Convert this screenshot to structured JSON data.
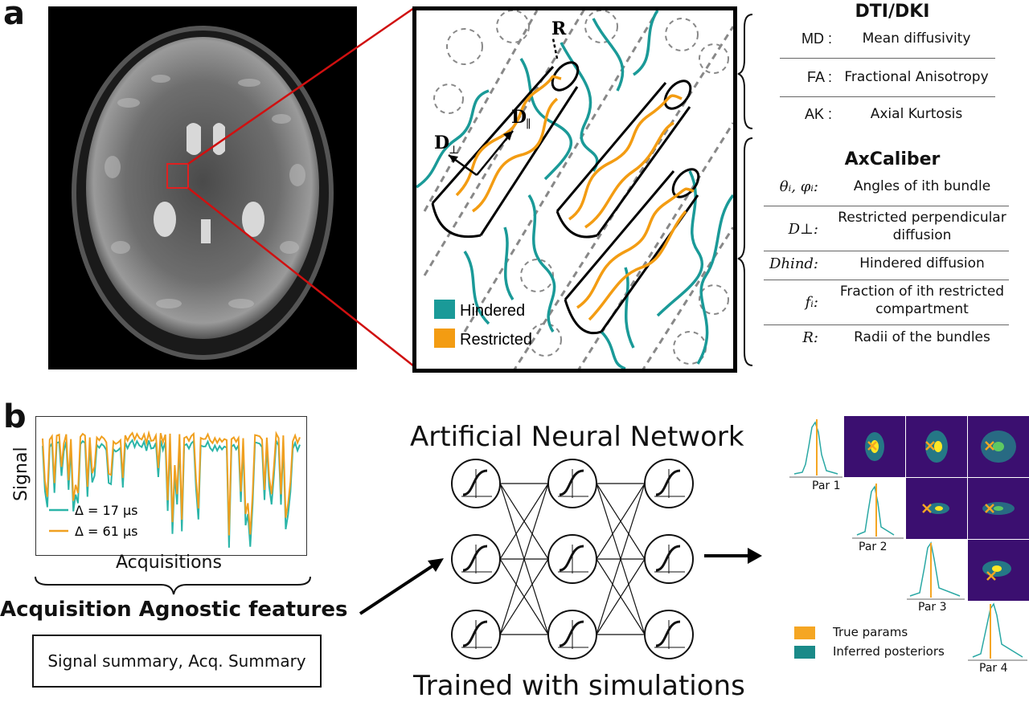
{
  "panel_a": {
    "letter": "a",
    "diagram": {
      "label_R": "R",
      "label_Dperp": "D",
      "label_Dperp_sub": "⊥",
      "label_Dpar": "D",
      "label_Dpar_sub": "∥",
      "legend": [
        {
          "label": "Hindered",
          "color": "#1a9a98"
        },
        {
          "label": "Restricted",
          "color": "#f39c12"
        }
      ]
    },
    "dti": {
      "title": "DTI/DKI",
      "rows": [
        {
          "key": "MD :",
          "value": "Mean diffusivity"
        },
        {
          "key": "FA :",
          "value": "Fractional Anisotropy"
        },
        {
          "key": "AK :",
          "value": "Axial Kurtosis"
        }
      ]
    },
    "axcaliber": {
      "title": "AxCaliber",
      "rows": [
        {
          "key": "θᵢ, φᵢ:",
          "value": "Angles of ith bundle"
        },
        {
          "key": "D⊥:",
          "value": "Restricted perpendicular diffusion"
        },
        {
          "key": "Dhind:",
          "value": "Hindered diffusion"
        },
        {
          "key": "fᵢ:",
          "value": "Fraction of ith restricted compartment"
        },
        {
          "key": "R:",
          "value": "Radii of the bundles"
        }
      ]
    }
  },
  "panel_b": {
    "letter": "b",
    "signal_plot": {
      "ylabel": "Signal",
      "xlabel": "Acquisitions",
      "legend": [
        {
          "label": "Δ = 17 μs",
          "color": "#2bb5a8"
        },
        {
          "label": "Δ = 61 μs",
          "color": "#f0a020"
        }
      ]
    },
    "features_title": "Acquisition Agnostic features",
    "summary_box": "Signal summary, Acq. Summary",
    "ann_title": "Artificial Neural Network",
    "ann_subtitle": "Trained with simulations",
    "posterior": {
      "par_labels": [
        "Par 1",
        "Par 2",
        "Par 3",
        "Par 4"
      ],
      "legend": [
        {
          "label": "True params",
          "color": "#f5a623"
        },
        {
          "label": "Inferred posteriors",
          "color": "#1a8a88"
        }
      ]
    }
  }
}
